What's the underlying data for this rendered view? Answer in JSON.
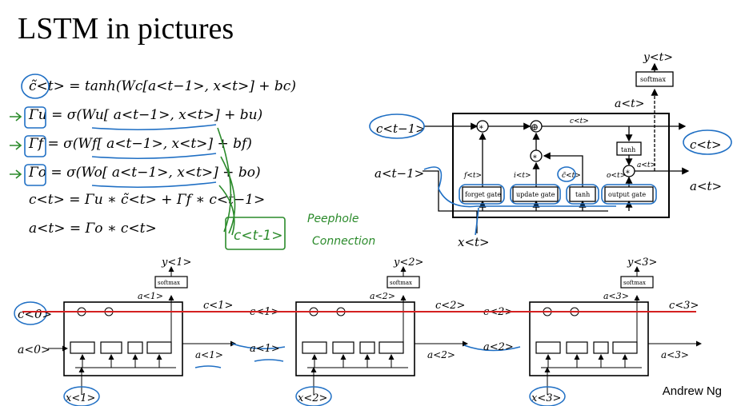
{
  "slide": {
    "title": "LSTM in pictures",
    "author": "Andrew Ng"
  },
  "equations": [
    "c̃<t> = tanh(Wc[a<t−1>, x<t>] + bc)",
    "Γu = σ(Wu[ a<t−1>, x<t>] + bu)",
    "Γf = σ(Wf[ a<t−1>, x<t>] + bf)",
    "Γo = σ(Wo[ a<t−1>, x<t>] + bo)",
    "c<t> =  Γu ∗ c̃<t> + Γf ∗ c<t−1>",
    "a<t> = Γo ∗ c<t>"
  ],
  "annotation": {
    "handwritten_box": "c<t-1>",
    "note_line1": "Peephole",
    "note_line2": "Connection"
  },
  "cell_diagram": {
    "input_c": "c<t−1>",
    "input_a": "a<t−1>",
    "input_x": "x<t>",
    "output_c": "c<t>",
    "output_a": "a<t>",
    "output_a_top": "a<t>",
    "output_y": "y<t>",
    "softmax": "softmax",
    "tanh_label": "tanh",
    "c_inner": "c<t>",
    "a_inner": "a<t>",
    "gates": [
      "forget gate",
      "update gate",
      "tanh",
      "output gate"
    ],
    "gate_symbols": [
      "f<t>",
      "i<t>",
      "c̃<t>",
      "o<t>"
    ],
    "mult": "∗",
    "add": "⊕"
  },
  "unrolled": [
    {
      "y": "y<1>",
      "a_out": "a<1>",
      "c_out": "c<1>",
      "x": "x<1>",
      "a_right": "a<1>",
      "softmax": "softmax"
    },
    {
      "y": "y<2>",
      "a_out": "a<2>",
      "c_out": "c<2>",
      "x": "x<2>",
      "a_right": "a<2>",
      "softmax": "softmax"
    },
    {
      "y": "y<3>",
      "a_out": "a<3>",
      "c_out": "c<3>",
      "x": "x<3>",
      "a_right": "a<3>",
      "softmax": "softmax"
    }
  ],
  "unrolled_inputs": {
    "c0": "c<0>",
    "a0": "a<0>",
    "c_into_2": "c<1>",
    "a_into_2": "a<1>",
    "c_into_3": "c<2>",
    "a_into_3": "a<2>"
  },
  "colors": {
    "ink": "#000000",
    "highlight_blue": "#1f6fc4",
    "annotation_green": "#2a8a2a",
    "cell_state_red": "#d42020"
  }
}
